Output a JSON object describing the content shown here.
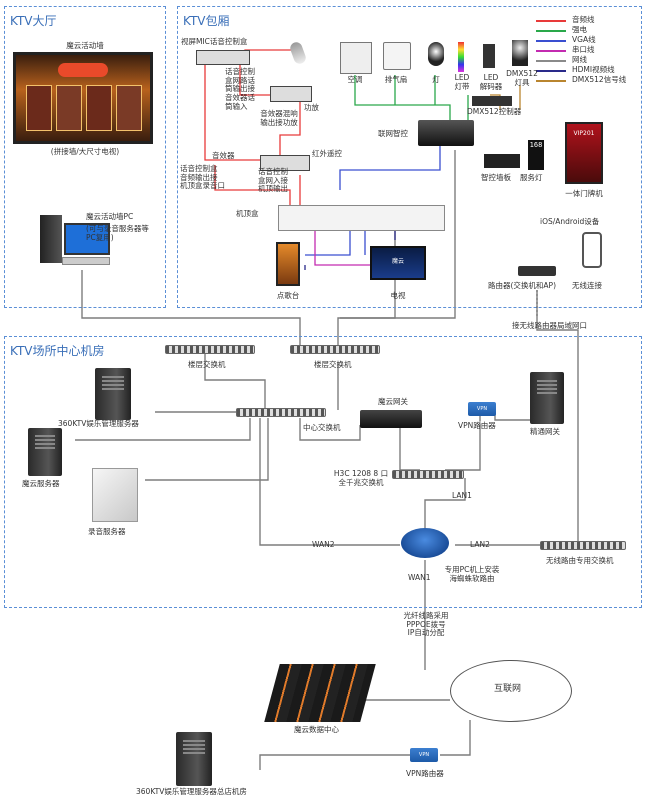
{
  "zones": {
    "hall": "KTV大厅",
    "room": "KTV包厢",
    "center": "KTV场所中心机房"
  },
  "legend": [
    {
      "label": "音频线",
      "color": "#e83a3a"
    },
    {
      "label": "强电",
      "color": "#2aa84a"
    },
    {
      "label": "VGA线",
      "color": "#3a4fd0"
    },
    {
      "label": "串口线",
      "color": "#c32bb0"
    },
    {
      "label": "网线",
      "color": "#8a8a8a"
    },
    {
      "label": "HDMI视频线",
      "color": "#2a2a8a"
    },
    {
      "label": "DMX512信号线",
      "color": "#b9852f"
    }
  ],
  "hall": {
    "activity_wall": "魔云活动墙",
    "activity_wall_note": "(拼接墙/大尺寸电视)",
    "activity_pc": "魔云活动墙PC",
    "activity_pc_note": "(可与录音服务器等PC复用)"
  },
  "room": {
    "mic_box": "视屏MIC话音控制盒",
    "aircon": "空调",
    "exhaust": "排气扇",
    "lamp": "灯",
    "led_strip": "LED\n灯带",
    "led_decoder": "LED\n解码器",
    "dmx_lamp": "DMX512\n灯具",
    "amp_ctrl_in": "话音控制\n盒网路话\n筒输出接\n音效器话\n筒输入",
    "amplifier": "功放",
    "effect_out": "音效器混响\n输出接功放",
    "effect": "音效器",
    "dmx_ctrl": "DMX512控制器",
    "iot_ctrl": "联网智控",
    "ir_ctrl": "红外遥控",
    "set_top_out": "话音控制盒\n音频输出接\n机顶盒录音口",
    "set_top_in": "话音控制\n盒网入接\n机顶输出",
    "smart_panel": "智控墙板",
    "service_lamp": "服务灯",
    "door_sign": "一体门牌机",
    "set_top_box": "机顶盒",
    "song_station": "点歌台",
    "tv": "电视",
    "tv_brand": "魔云",
    "device_note": "iOS/Android设备",
    "router_ap": "路由器(交换机和AP)",
    "wireless": "无线连接",
    "door_sign_text": "VIP201",
    "service_lamp_text": "168"
  },
  "center": {
    "floor_switch_1": "楼层交换机",
    "floor_switch_2": "楼层交换机",
    "mgmt_server": "360KTV娱乐管理服务器",
    "core_switch": "中心交换机",
    "gateway": "魔云网关",
    "vpn_router": "VPN路由器",
    "auth_gateway": "精通网关",
    "cloud_server": "魔云服务器",
    "h3c_switch": "H3C 1208 8 口\n全千兆交换机",
    "record_server": "录音服务器",
    "lan1": "LAN1",
    "lan2": "LAN2",
    "wan1": "WAN1",
    "wan2": "WAN2",
    "soft_router": "专用PC机上安装\n海蜘蛛软路由",
    "wireless_switch": "无线路由专用交换机",
    "wan_uplink_note": "接无线路由器局域网口"
  },
  "external": {
    "fiber_note": "光纤线路采用\nPPPOE拨号\nIP自动分配",
    "internet": "互联网",
    "datacenter": "魔云数据中心",
    "vpn_router": "VPN路由器",
    "hq_server": "360KTV娱乐管理服务器总店机房",
    "vpn_chip": "VPN Router"
  }
}
